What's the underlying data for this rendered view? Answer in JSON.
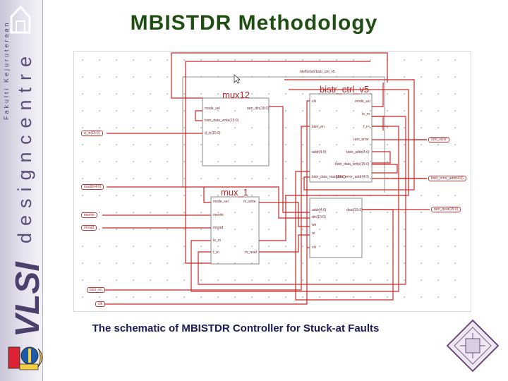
{
  "slide": {
    "title": "MBISTDR Methodology",
    "caption": "The schematic of MBISTDR Controller for  Stuck-at Faults"
  },
  "branding": {
    "faculty_text": "Fakulti Kejuruteraan",
    "centre_text": "centre",
    "design_text": "design",
    "vlsi_text": "VLSI"
  },
  "schematic": {
    "blocks": {
      "mux12": {
        "title": "mux12",
        "ports_left": [
          "mode_sel",
          "bistr_data_write(15:0)",
          "d_in(15:0)"
        ],
        "ports_right": [
          "ram_din(15:0)"
        ]
      },
      "bistr_ctrl_v5": {
        "title": "bistr_ctrl_v5",
        "header": "/defforbdr/bistr_ctrl_v5",
        "ports_left": [
          "clk",
          "bistr_en",
          "addr(4:0)",
          "bistr_data_read(15:0)"
        ],
        "ports_right": [
          "mode_sel",
          "le_rn",
          "f_rn",
          "ram_error",
          "bistr_addr(4:0)",
          "bistr_data_write(15:0)",
          "bistr_error_addr(4:0)"
        ]
      },
      "mux_1": {
        "title": "mux_1",
        "ports_left": [
          "mode_sel",
          "mwrite",
          "mread",
          "le_rn",
          "f_rn"
        ],
        "ports_right": [
          "m_write",
          "m_read"
        ]
      },
      "ram": {
        "ports_left": [
          "addr(4:0)",
          "din(15:0)",
          "we",
          "re",
          "clk"
        ],
        "ports_right": [
          "dout(15:0)"
        ]
      }
    },
    "io_left": [
      "d_in(15:0)",
      "maddr(4:0)",
      "mwrite",
      "mread",
      "bistr_en",
      "clk"
    ],
    "io_right": [
      "ram_error",
      "bistr_error_addr(4:0)",
      "ram_dout(15:0)"
    ]
  },
  "colors": {
    "title": "#1f4e12",
    "caption": "#1a1a58",
    "wire": "#c62828",
    "block_border": "#8a8a8a"
  }
}
